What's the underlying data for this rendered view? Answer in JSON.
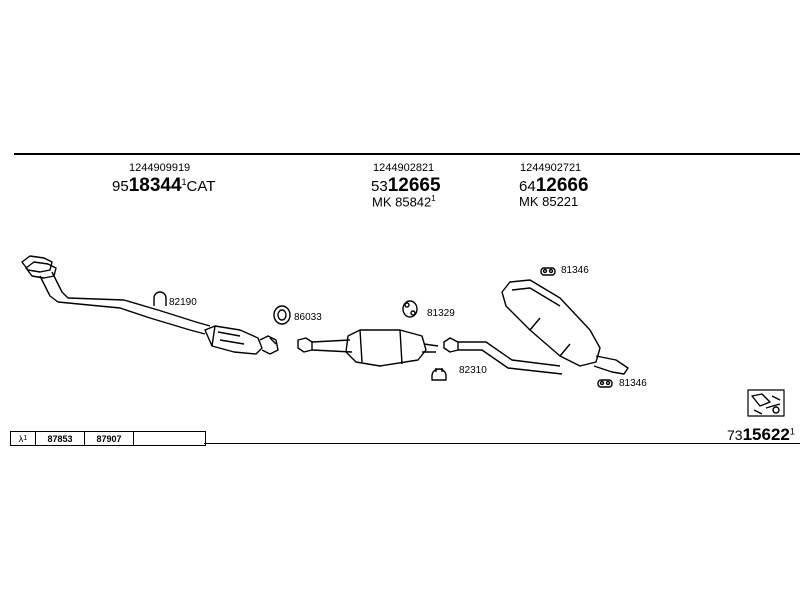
{
  "header_parts": [
    {
      "oe": "1244909919",
      "prefix": "95",
      "number": "18344",
      "sup": "1",
      "suffix": "CAT",
      "mk": ""
    },
    {
      "oe": "1244902821",
      "prefix": "53",
      "number": "12665",
      "sup": "",
      "suffix": "",
      "mk": "MK  85842",
      "mk_sup": "1"
    },
    {
      "oe": "1244902721",
      "prefix": "64",
      "number": "12666",
      "sup": "",
      "suffix": "",
      "mk": "MK  85221",
      "mk_sup": ""
    }
  ],
  "part_labels": {
    "clamp_82190": "82190",
    "ring_86033": "86033",
    "mount_81329": "81329",
    "clamp_82310": "82310",
    "hanger_81346_top": "81346",
    "hanger_81346_bottom": "81346"
  },
  "table": {
    "col1": "λ",
    "col1_sup": "1",
    "col2": "87853",
    "col3": "87907",
    "col4": ""
  },
  "kit": {
    "prefix": "73",
    "number": "15622",
    "sup": "1"
  },
  "icons": [
    "exhaust-pipe-diagram",
    "clamp-icon",
    "ring-icon",
    "rubber-mount-icon",
    "hanger-icon",
    "kit-box-icon"
  ]
}
